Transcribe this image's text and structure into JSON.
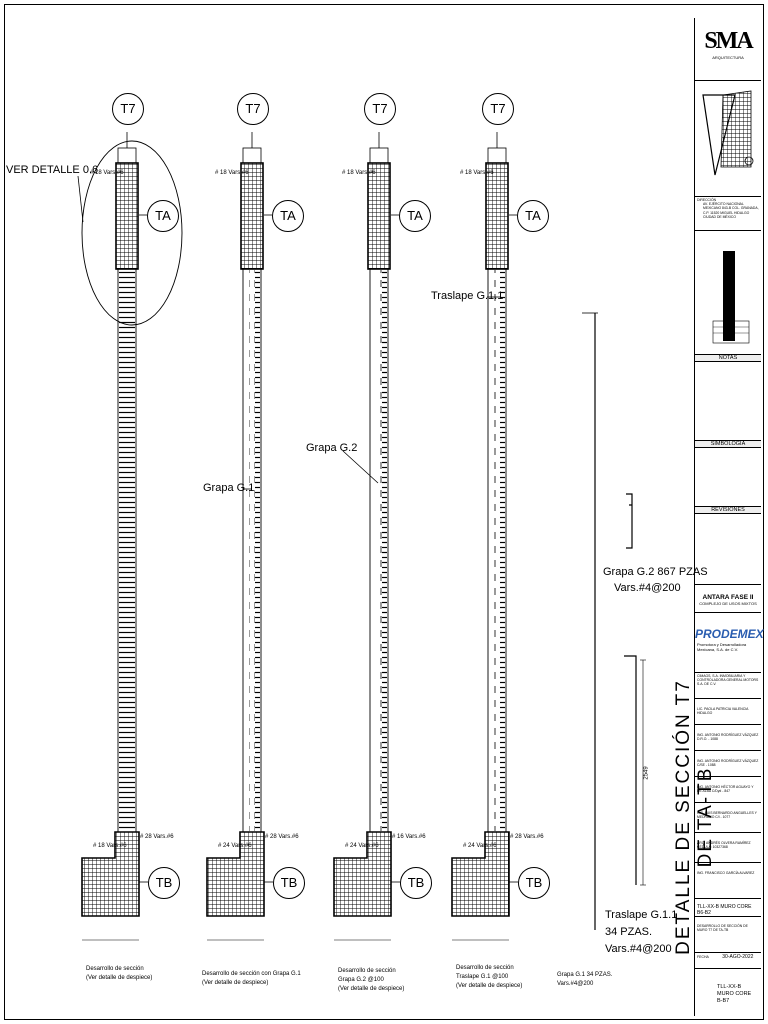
{
  "sheet": {
    "callout_detail": "VER DETALLE 0.6",
    "vertical_title": "DETALLE DE SECCIÓN  T7 DE TA-TB"
  },
  "markers": {
    "t7": "T7",
    "ta": "TA",
    "tb": "TB"
  },
  "bar_labels": {
    "top": [
      "# 18 Vars.#6",
      "# 18 Vars.#6",
      "# 18 Vars.#6",
      "# 18 Vars.#6"
    ],
    "bottom_left": [
      "# 18 Vars.#6",
      "# 24 Vars.#6",
      "# 24 Vars.#6",
      "# 24 Vars.#6"
    ],
    "bottom_right": [
      "# 28 Vars.#6",
      "# 28 Vars.#6",
      "# 16 Vars.#6",
      "# 28 Vars.#6"
    ]
  },
  "annotations": {
    "grapa_g1": "Grapa G.1",
    "grapa_g2": "Grapa G.2",
    "traslape_g11": "Traslape G.1.1",
    "grapa_g2_qty_1": "Grapa G.2 867  PZAS",
    "grapa_g2_qty_2": "Vars.#4@200",
    "traslape_qty_1": "Traslape G.1.1",
    "traslape_qty_2": "34 PZAS.",
    "traslape_qty_3": "Vars.#4@200",
    "dim_2549": "2549"
  },
  "captions": [
    {
      "line1": "Desarrollo de sección",
      "line2": "(Ver detalle de despiece)"
    },
    {
      "line1": "Desarrollo de sección con  Grapa G.1",
      "line2": "(Ver detalle de despiece)"
    },
    {
      "line1": "Desarrollo de sección",
      "line2": "Grapa G.2  @100",
      "line3": "(Ver detalle de despiece)"
    },
    {
      "line1": "Desarrollo de sección",
      "line2": "Traslape G.1  @100",
      "line3": "(Ver detalle de despiece)"
    },
    {
      "line1": "Grapa G.1 34 PZAS.",
      "line2": "Vars.#4@200"
    }
  ],
  "title_block": {
    "logo": "SMA",
    "logo_sub": "ARQUITECTURA",
    "address_label": "DIRECCIÓN",
    "address": "AV. EJÉRCITO NACIONAL MEXICANO 843-B COL. GRANADA, C.P. 11520 MIGUEL HIDALGO CIUDAD DE MÉXICO",
    "notes_title": "NOTAS",
    "symbology_title": "SIMBOLOGIA",
    "revisions_title": "REVISIONES",
    "project_name": "ANTARA FASE II",
    "project_sub": "COMPLEJO DE USOS MIXTOS",
    "brand": "PRODEMEX",
    "brand_sub": "Promotora y Desarrolladora Mexicana, S.A. de C.V.",
    "client": "CIMAGS, S.A. INMOBILIARIA Y CONTROLADORA GENERAL MOTORS S.A. DE C.V.",
    "people": [
      "LIC. PAOLA PATRICIA VALENCIA HIDALGO",
      "ING. ANTONIO RODRÍGUEZ VÁZQUEZ D.R.O. - 1088",
      "ING. ANTONIO RODRÍGUEZ VÁZQUEZ C/SE - 1088",
      "ING. ANTONIO HÉCTOR AGUAYO Y DE ALBA C/Dyd - 847",
      "ING. LUIS BERNARDO ANGUELLES Y MEDRANO C/I - 1077",
      "ARQ. ANDRÉS OLVERA RAMÍREZ CÉDULA: 10327368",
      "ING. FRANCISCO GARCÍA ALVAREZ"
    ],
    "drawing_code": "TLL-XX-B MURO CORE B6-B2",
    "sheet_subject": "DESARROLLO DE SECCIÓN DE MURO T7 DE TA-TB",
    "date_label": "FECHA",
    "date": "30-AGO-2022",
    "sheet_number": "TLL-XX-B MURO CORE B-B7"
  }
}
